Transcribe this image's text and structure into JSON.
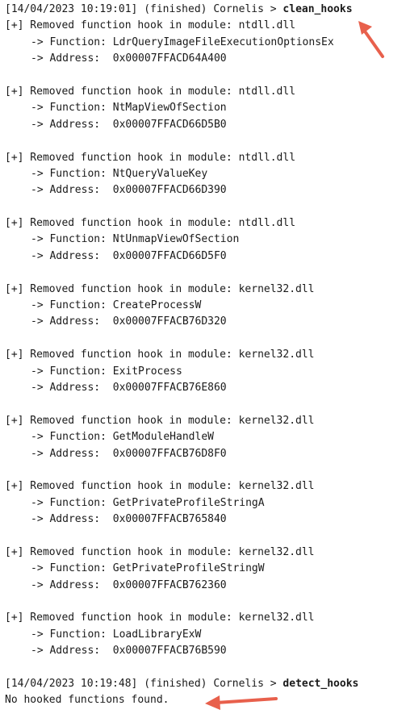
{
  "prompt1": {
    "timestamp": "[14/04/2023 10:19:01]",
    "status": "(finished)",
    "user": "Cornelis >",
    "command": "clean_hooks"
  },
  "hooks": [
    {
      "header": "[+] Removed function hook in module: ntdll.dll",
      "function": "-> Function: LdrQueryImageFileExecutionOptionsEx",
      "address": "-> Address:  0x00007FFACD64A400"
    },
    {
      "header": "[+] Removed function hook in module: ntdll.dll",
      "function": "-> Function: NtMapViewOfSection",
      "address": "-> Address:  0x00007FFACD66D5B0"
    },
    {
      "header": "[+] Removed function hook in module: ntdll.dll",
      "function": "-> Function: NtQueryValueKey",
      "address": "-> Address:  0x00007FFACD66D390"
    },
    {
      "header": "[+] Removed function hook in module: ntdll.dll",
      "function": "-> Function: NtUnmapViewOfSection",
      "address": "-> Address:  0x00007FFACD66D5F0"
    },
    {
      "header": "[+] Removed function hook in module: kernel32.dll",
      "function": "-> Function: CreateProcessW",
      "address": "-> Address:  0x00007FFACB76D320"
    },
    {
      "header": "[+] Removed function hook in module: kernel32.dll",
      "function": "-> Function: ExitProcess",
      "address": "-> Address:  0x00007FFACB76E860"
    },
    {
      "header": "[+] Removed function hook in module: kernel32.dll",
      "function": "-> Function: GetModuleHandleW",
      "address": "-> Address:  0x00007FFACB76D8F0"
    },
    {
      "header": "[+] Removed function hook in module: kernel32.dll",
      "function": "-> Function: GetPrivateProfileStringA",
      "address": "-> Address:  0x00007FFACB765840"
    },
    {
      "header": "[+] Removed function hook in module: kernel32.dll",
      "function": "-> Function: GetPrivateProfileStringW",
      "address": "-> Address:  0x00007FFACB762360"
    },
    {
      "header": "[+] Removed function hook in module: kernel32.dll",
      "function": "-> Function: LoadLibraryExW",
      "address": "-> Address:  0x00007FFACB76B590"
    }
  ],
  "prompt2": {
    "timestamp": "[14/04/2023 10:19:48]",
    "status": "(finished)",
    "user": "Cornelis >",
    "command": "detect_hooks"
  },
  "result": "No hooked functions found.",
  "colors": {
    "arrow": "#e8604c",
    "text": "#1a1a1a",
    "background": "#ffffff"
  }
}
